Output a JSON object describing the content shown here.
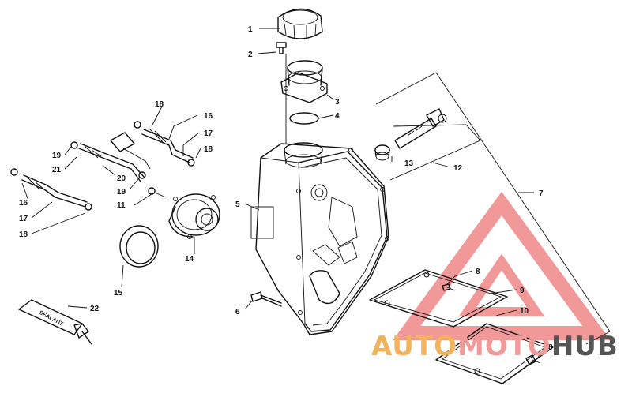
{
  "callouts": [
    {
      "id": "c1",
      "label": "1"
    },
    {
      "id": "c2",
      "label": "2"
    },
    {
      "id": "c3",
      "label": "3"
    },
    {
      "id": "c4",
      "label": "4"
    },
    {
      "id": "c5",
      "label": "5"
    },
    {
      "id": "c6",
      "label": "6"
    },
    {
      "id": "c7",
      "label": "7"
    },
    {
      "id": "c8a",
      "label": "8"
    },
    {
      "id": "c8b",
      "label": "8"
    },
    {
      "id": "c9",
      "label": "9"
    },
    {
      "id": "c10",
      "label": "10"
    },
    {
      "id": "c11",
      "label": "11"
    },
    {
      "id": "c12",
      "label": "12"
    },
    {
      "id": "c13",
      "label": "13"
    },
    {
      "id": "c14",
      "label": "14"
    },
    {
      "id": "c15",
      "label": "15"
    },
    {
      "id": "c16a",
      "label": "16"
    },
    {
      "id": "c16b",
      "label": "16"
    },
    {
      "id": "c17a",
      "label": "17"
    },
    {
      "id": "c17b",
      "label": "17"
    },
    {
      "id": "c18a",
      "label": "18"
    },
    {
      "id": "c18b",
      "label": "18"
    },
    {
      "id": "c18c",
      "label": "18"
    },
    {
      "id": "c19a",
      "label": "19"
    },
    {
      "id": "c19b",
      "label": "19"
    },
    {
      "id": "c20",
      "label": "20"
    },
    {
      "id": "c21",
      "label": "21"
    },
    {
      "id": "c22",
      "label": "22"
    }
  ],
  "sealant_tube": {
    "label": "SEALANT"
  },
  "watermark": {
    "part1": "AUTO",
    "part2": "MOTO",
    "part3": "HUB",
    "color_auto": "#f2b35a",
    "color_moto": "#f09a9a",
    "color_hub": "#555555",
    "triangle_color": "#e64646"
  }
}
